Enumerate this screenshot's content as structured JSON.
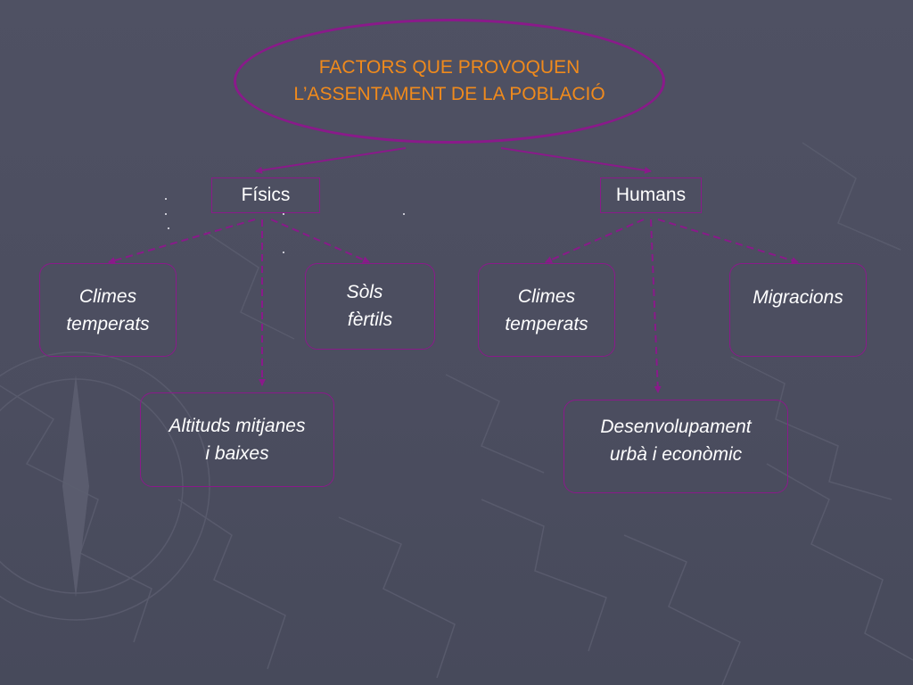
{
  "title": {
    "line1": "FACTORS QUE PROVOQUEN",
    "line2": "L’ASSENTAMENT DE LA POBLACIÓ"
  },
  "categories": {
    "fisics": "Físics",
    "humans": "Humans"
  },
  "fisics_children": {
    "climes": {
      "line1": "Climes",
      "line2": "temperats"
    },
    "sols": {
      "line1": "Sòls",
      "line2": "fèrtils"
    },
    "altituds": {
      "line1": "Altituds mitjanes",
      "line2": "i baixes"
    }
  },
  "humans_children": {
    "climes": {
      "line1": "Climes",
      "line2": "temperats"
    },
    "migracions": {
      "line1": "Migracions"
    },
    "desenvolupament": {
      "line1": "Desenvolupament",
      "line2": "urbà i econòmic"
    }
  },
  "colors": {
    "background": "#4b4d5f",
    "border": "#8a1a8a",
    "title_text": "#f08a1c",
    "body_text": "#ffffff"
  }
}
